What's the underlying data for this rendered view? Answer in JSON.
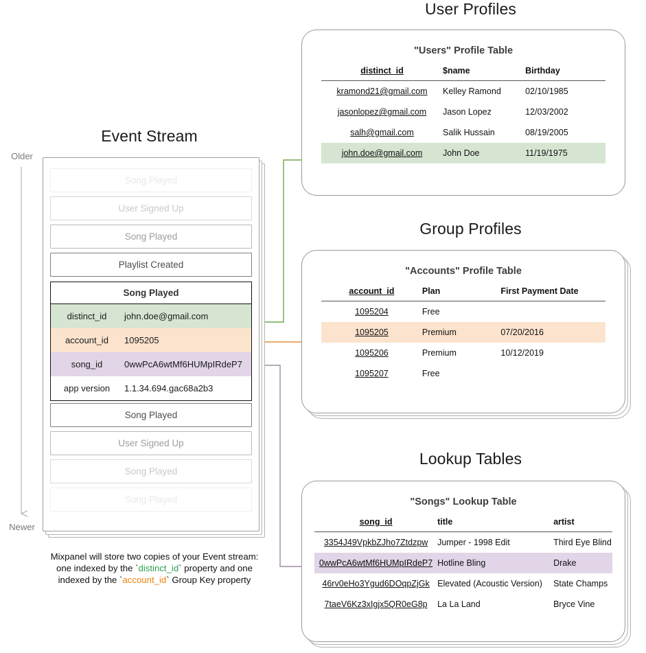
{
  "sections": {
    "event_stream_title": "Event Stream",
    "user_profiles_title": "User Profiles",
    "group_profiles_title": "Group Profiles",
    "lookup_tables_title": "Lookup Tables"
  },
  "axis": {
    "older_label": "Older",
    "newer_label": "Newer"
  },
  "event_stream": {
    "cards_above": [
      {
        "label": "Song Played",
        "fade": "fade-3"
      },
      {
        "label": "User Signed Up",
        "fade": "fade-2"
      },
      {
        "label": "Song Played",
        "fade": "fade-1"
      },
      {
        "label": "Playlist Created",
        "fade": ""
      }
    ],
    "selected_event": {
      "name": "Song Played",
      "properties": [
        {
          "key": "distinct_id",
          "value": "john.doe@gmail.com",
          "highlight": "green"
        },
        {
          "key": "account_id",
          "value": "1095205",
          "highlight": "orange"
        },
        {
          "key": "song_id",
          "value": "0wwPcA6wtMf6HUMpIRdeP7",
          "highlight": "purple"
        },
        {
          "key": "app version",
          "value": "1.1.34.694.gac68a2b3",
          "highlight": "plain"
        }
      ]
    },
    "cards_below": [
      {
        "label": "Song Played",
        "fade": ""
      },
      {
        "label": "User Signed Up",
        "fade": "fade-1"
      },
      {
        "label": "Song Played",
        "fade": "fade-2"
      },
      {
        "label": "Song Played",
        "fade": "fade-3"
      }
    ]
  },
  "caption": {
    "line1": "Mixpanel will store two copies of your Event stream:",
    "line2_a": "one indexed by the ",
    "line2_key": "distinct_id",
    "line2_b": " property and one",
    "line3_a": "indexed by the ",
    "line3_key": "account_id",
    "line3_b": " Group Key property"
  },
  "users_table": {
    "title": "\"Users\" Profile Table",
    "columns": [
      "distinct_id",
      "$name",
      "Birthday"
    ],
    "rows": [
      {
        "cells": [
          "kramond21@gmail.com",
          "Kelley Ramond",
          "02/10/1985"
        ],
        "highlight": ""
      },
      {
        "cells": [
          "jasonlopez@gmail.com",
          "Jason Lopez",
          "12/03/2002"
        ],
        "highlight": ""
      },
      {
        "cells": [
          "salh@gmail.com",
          "Salik Hussain",
          "08/19/2005"
        ],
        "highlight": ""
      },
      {
        "cells": [
          "john.doe@gmail.com",
          "John Doe",
          "11/19/1975"
        ],
        "highlight": "hl-green"
      }
    ]
  },
  "accounts_table": {
    "title": "\"Accounts\" Profile Table",
    "columns": [
      "account_id",
      "Plan",
      "First Payment Date"
    ],
    "rows": [
      {
        "cells": [
          "1095204",
          "Free",
          ""
        ],
        "highlight": ""
      },
      {
        "cells": [
          "1095205",
          "Premium",
          "07/20/2016"
        ],
        "highlight": "hl-orange"
      },
      {
        "cells": [
          "1095206",
          "Premium",
          "10/12/2019"
        ],
        "highlight": ""
      },
      {
        "cells": [
          "1095207",
          "Free",
          ""
        ],
        "highlight": ""
      }
    ]
  },
  "songs_table": {
    "title": "\"Songs\" Lookup Table",
    "columns": [
      "song_id",
      "title",
      "artist"
    ],
    "rows": [
      {
        "cells": [
          "3354J49VpkbZJho7Ztdzpw",
          "Jumper - 1998 Edit",
          "Third Eye Blind"
        ],
        "highlight": ""
      },
      {
        "cells": [
          "0wwPcA6wtMf6HUMpIRdeP7",
          "Hotline Bling",
          "Drake"
        ],
        "highlight": "hl-purple"
      },
      {
        "cells": [
          "46rv0eHo3Ygud6DOqpZjGk",
          "Elevated (Acoustic Version)",
          "State Champs"
        ],
        "highlight": ""
      },
      {
        "cells": [
          "7taeV6Kz3xIgjx5QR0eG8p",
          "La La Land",
          "Bryce Vine"
        ],
        "highlight": ""
      }
    ]
  },
  "colors": {
    "green_highlight": "#d6e5d2",
    "orange_highlight": "#fce3cd",
    "purple_highlight": "#e1d5e7",
    "green_arrow": "#6aa84f",
    "orange_arrow": "#e69138",
    "purple_arrow": "#9e8aa6",
    "axis_gray": "#b0b0b0"
  }
}
